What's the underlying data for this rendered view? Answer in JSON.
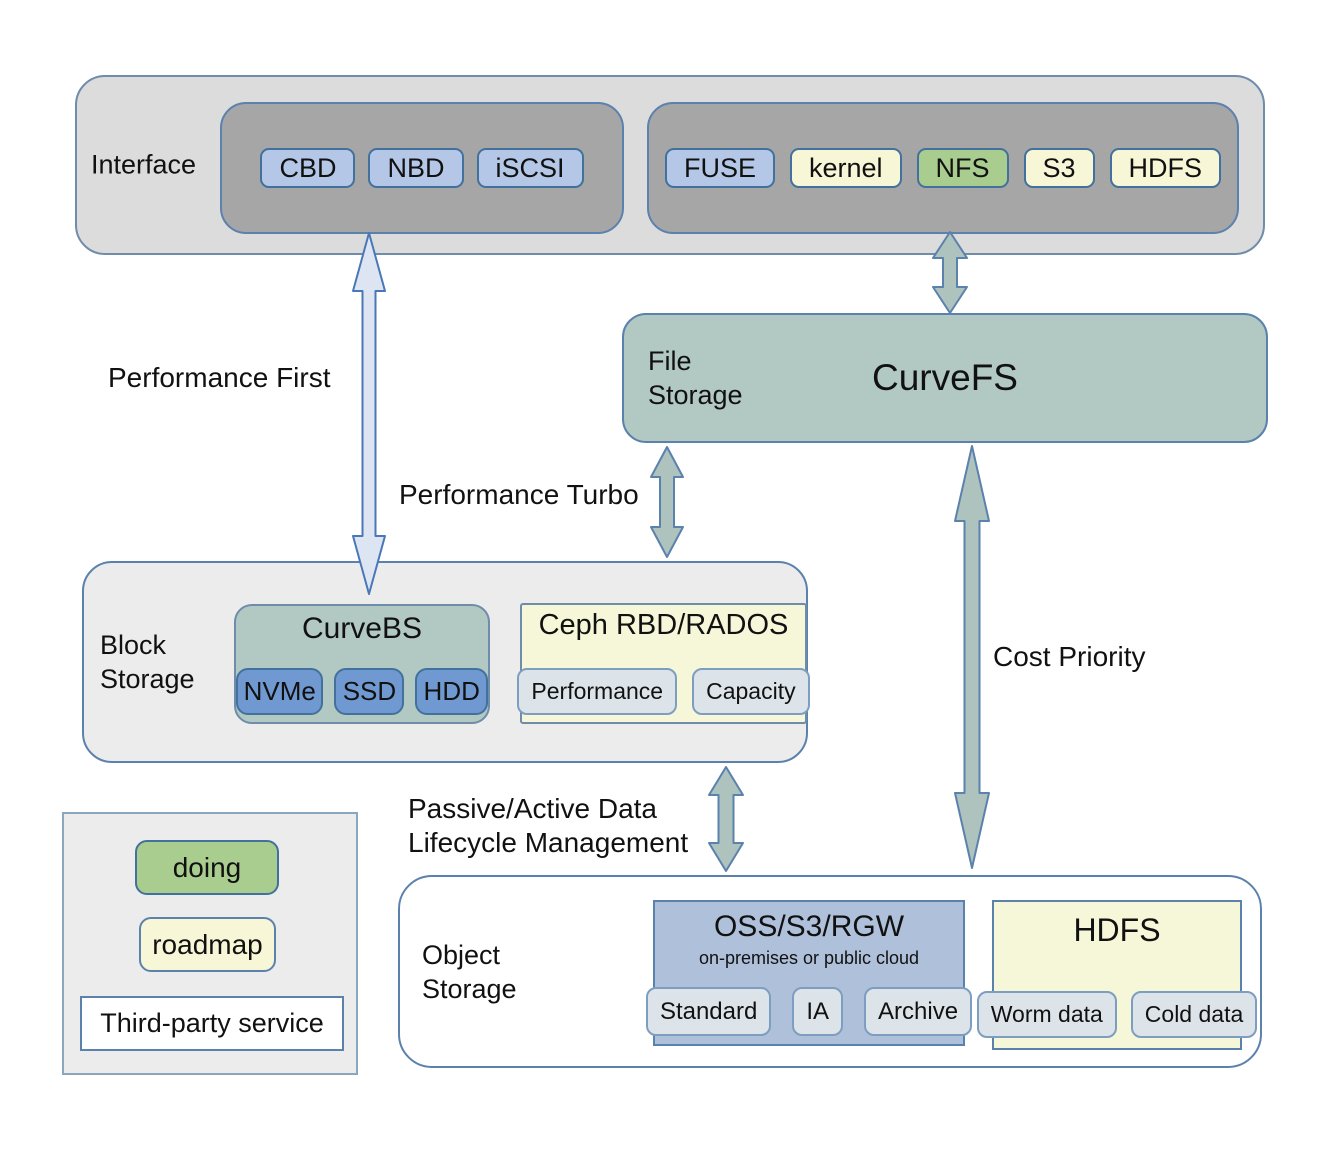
{
  "interface": {
    "label": "Interface",
    "block_interfaces": [
      "CBD",
      "NBD",
      "iSCSI"
    ],
    "file_interfaces": [
      {
        "label": "FUSE",
        "color": "blue"
      },
      {
        "label": "kernel",
        "color": "yellow"
      },
      {
        "label": "NFS",
        "color": "green"
      },
      {
        "label": "S3",
        "color": "yellow"
      },
      {
        "label": "HDFS",
        "color": "yellow"
      }
    ]
  },
  "file_storage": {
    "label": "File Storage",
    "product": "CurveFS"
  },
  "block_storage": {
    "label": "Block Storage",
    "curvebs": {
      "title": "CurveBS",
      "media": [
        "NVMe",
        "SSD",
        "HDD"
      ]
    },
    "ceph": {
      "title": "Ceph RBD/RADOS",
      "pools": [
        "Performance",
        "Capacity"
      ]
    }
  },
  "object_storage": {
    "label": "Object Storage",
    "oss": {
      "title": "OSS/S3/RGW",
      "subtitle": "on-premises or public cloud",
      "tiers": [
        "Standard",
        "IA",
        "Archive"
      ]
    },
    "hdfs": {
      "title": "HDFS",
      "tiers": [
        "Worm data",
        "Cold data"
      ]
    }
  },
  "legend": {
    "items": [
      {
        "label": "doing",
        "color": "green"
      },
      {
        "label": "roadmap",
        "color": "yellow"
      },
      {
        "label": "Third-party service",
        "color": "white"
      }
    ]
  },
  "edge_labels": {
    "performance_first": "Performance First",
    "performance_turbo": "Performance Turbo",
    "cost_priority": "Cost Priority",
    "lifecycle_management": "Passive/Active Data Lifecycle Management"
  },
  "colors": {
    "box_border_blue": "#5b81ad",
    "chip_border_blue": "#41719c",
    "interface_bg": "#dcdcdc",
    "interface_inner_bg": "#a6a6a6",
    "chip_blue": "#b4c7e7",
    "chip_yellow": "#f7f7d8",
    "chip_green": "#a9cd8e",
    "chip_medium_blue": "#6f99d0",
    "chip_gray": "#dde4e9",
    "teal_box": "#b2c8c2",
    "panel_gray": "#ececec",
    "oss_blue": "#aec0da",
    "ceph_yellow": "#f6f6d8",
    "arrow_light_blue": "#dce5f1",
    "arrow_teal": "#aec3bd"
  }
}
